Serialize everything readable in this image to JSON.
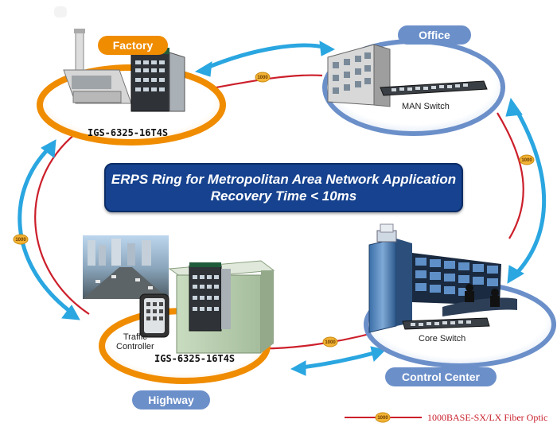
{
  "nodes": {
    "factory": {
      "title": "Factory",
      "device": "IGS-6325-16T4S"
    },
    "office": {
      "title": "Office",
      "device": "MAN Switch"
    },
    "highway": {
      "title": "Highway",
      "device": "IGS-6325-16T4S",
      "sub_label": "Traffic\nController"
    },
    "control_center": {
      "title": "Control Center",
      "device": "Core Switch"
    }
  },
  "banner": {
    "line1": "ERPS Ring for Metropolitan Area Network Application",
    "line2": "Recovery Time < 10ms"
  },
  "link_badge": "1000",
  "legend": {
    "label": "1000BASE-SX/LX Fiber Optic"
  },
  "colors": {
    "ring_red": "#cc1f2b",
    "arrow_blue": "#2aa6e0",
    "factory_orange": "#f08c00",
    "office_blue": "#6b8fc9",
    "banner_navy": "#16428f",
    "badge_yellow": "#f2b233"
  }
}
